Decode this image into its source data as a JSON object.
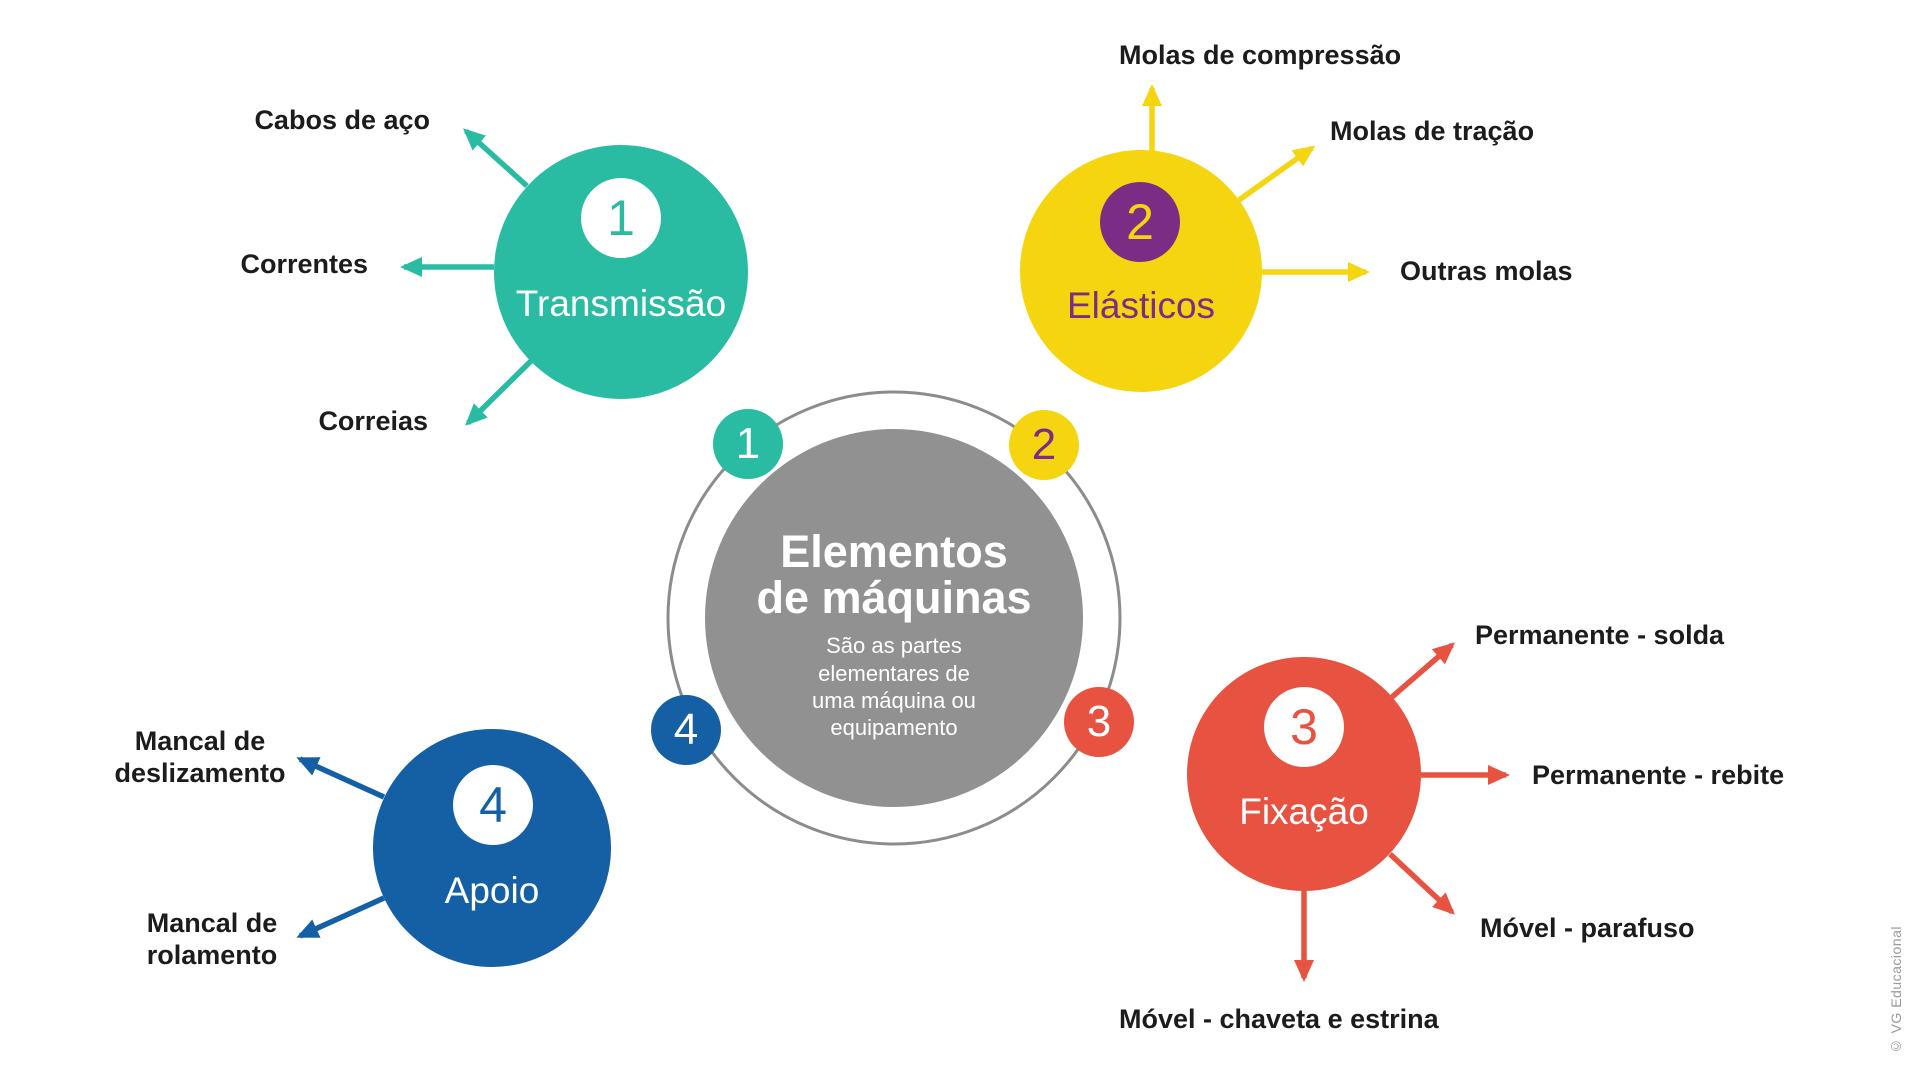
{
  "center": {
    "title_line1": "Elementos",
    "title_line2": "de máquinas",
    "subtitle": "São as partes elementares de uma máquina ou equipamento"
  },
  "categories": [
    {
      "number": "1",
      "name": "Transmissão",
      "color": "#29BCA3",
      "items": [
        "Cabos de aço",
        "Correntes",
        "Correias"
      ]
    },
    {
      "number": "2",
      "name": "Elásticos",
      "color": "#F5D50F",
      "text_color": "#7B2D86",
      "items": [
        "Molas de compressão",
        "Molas de tração",
        "Outras molas"
      ]
    },
    {
      "number": "3",
      "name": "Fixação",
      "color": "#E85240",
      "items": [
        "Permanente - solda",
        "Permanente - rebite",
        "Móvel - parafuso",
        "Móvel - chaveta e estrina"
      ]
    },
    {
      "number": "4",
      "name": "Apoio",
      "color": "#1560A4",
      "items": [
        "Mancal de deslizamento",
        "Mancal de rolamento"
      ]
    }
  ],
  "ring_badges": [
    "1",
    "2",
    "3",
    "4"
  ],
  "watermark": "© VG Educacional",
  "colors": {
    "teal": "#29BCA3",
    "yellow": "#F5D50F",
    "purple": "#7B2D86",
    "red": "#E85240",
    "blue": "#1560A4",
    "center_gray": "#919191",
    "ring_gray": "#8C8C8C",
    "label_text": "#1C1C1C"
  }
}
